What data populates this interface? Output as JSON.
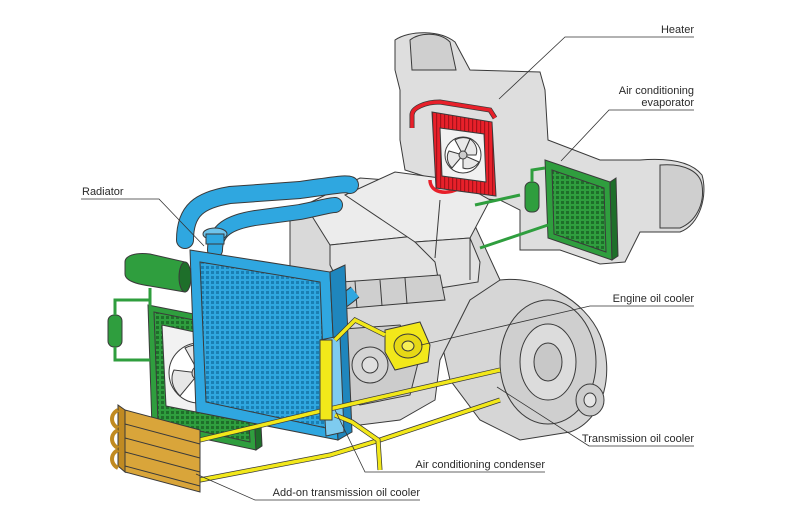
{
  "labels": {
    "heater": "Heater",
    "ac_evaporator_line1": "Air conditioning",
    "ac_evaporator_line2": "evaporator",
    "radiator": "Radiator",
    "engine_oil_cooler": "Engine oil cooler",
    "transmission_oil_cooler": "Transmission oil cooler",
    "ac_condenser": "Air conditioning condenser",
    "addon_transmission_oil_cooler": "Add-on transmission oil cooler"
  },
  "colors": {
    "outline": "#3a3a3a",
    "engine_gray": "#d9d9d9",
    "engine_light": "#ececec",
    "housing_gray": "#dedede",
    "heater_red": "#e8202a",
    "coolant_blue": "#2fa7e0",
    "ac_green": "#2f9e3e",
    "oil_yellow": "#f2e81a",
    "addon_gold": "#d9a53a"
  },
  "icons": [
    "fan-icon"
  ]
}
